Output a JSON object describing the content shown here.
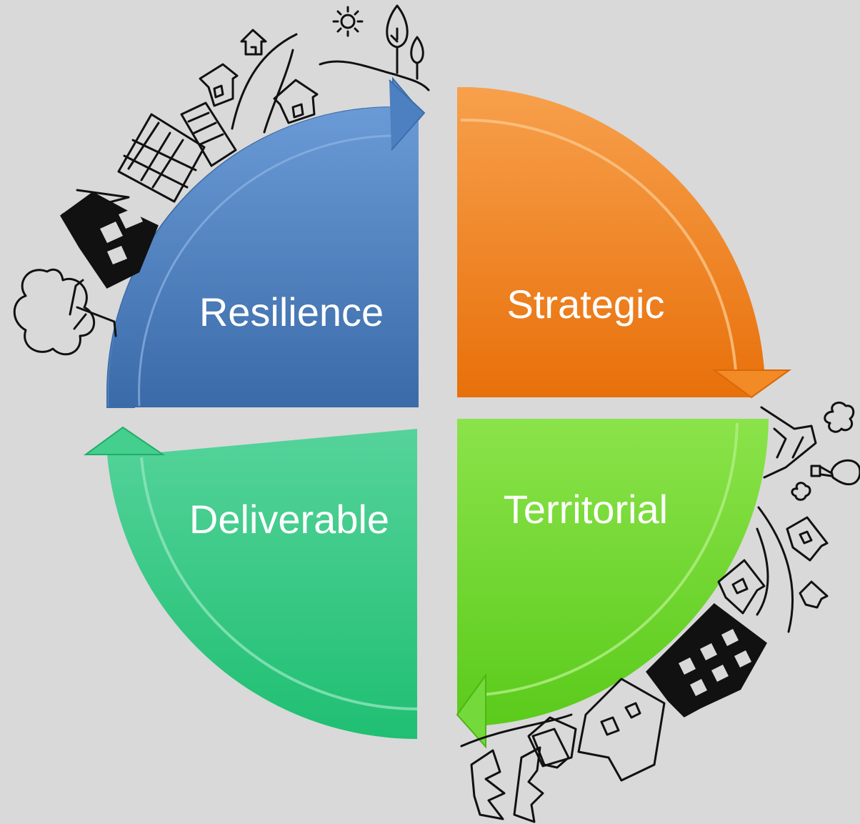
{
  "diagram": {
    "quadrants": [
      {
        "id": "top-left",
        "label": "Resilience",
        "color": "#4a7ebf"
      },
      {
        "id": "top-right",
        "label": "Strategic",
        "color": "#f07a10"
      },
      {
        "id": "bottom-right",
        "label": "Territorial",
        "color": "#6ad42a"
      },
      {
        "id": "bottom-left",
        "label": "Deliverable",
        "color": "#2cc77f"
      }
    ],
    "cycle_direction": "clockwise",
    "decorations": [
      "town-sketch-top-left",
      "town-sketch-bottom-right"
    ]
  },
  "background_color": "#d9d9d9"
}
